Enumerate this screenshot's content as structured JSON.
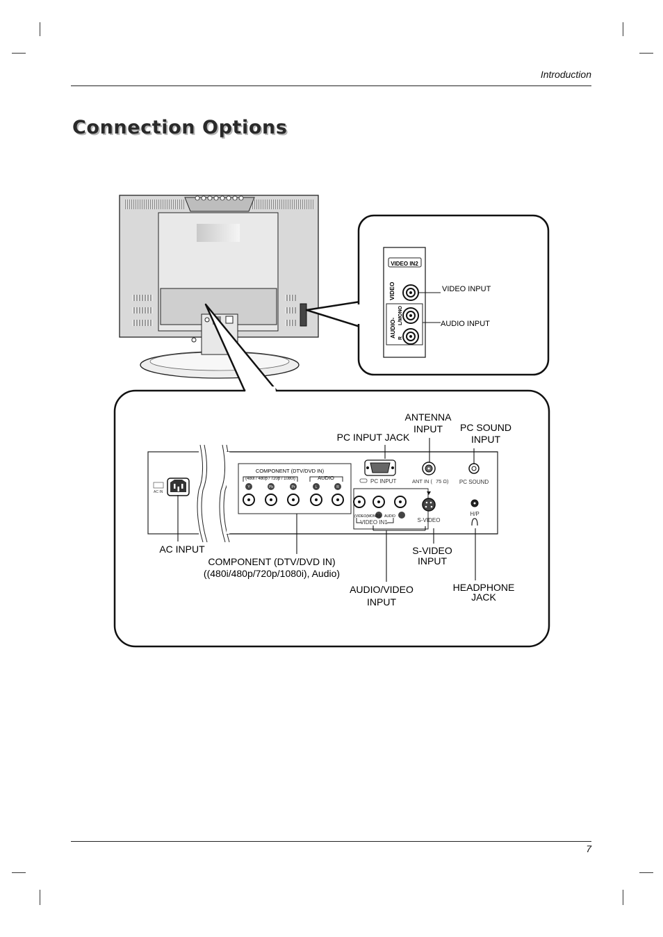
{
  "header": {
    "section": "Introduction"
  },
  "title": "Connection Options",
  "side_panel": {
    "heading": "VIDEO IN2",
    "video_label": "VIDEO",
    "audio_label": "AUDIO-",
    "l_mono": "L/MONO",
    "r": "R",
    "callouts": {
      "video_input": "VIDEO INPUT",
      "audio_input": "AUDIO INPUT"
    }
  },
  "rear_panel": {
    "ac_in": "AC IN",
    "component_group": "COMPONENT (DTV/DVD IN)",
    "component_formats": "(480i / 480p / 720p / 1080i)",
    "audio": "AUDIO",
    "jack_letters": {
      "y": "Y",
      "pb": "Pb",
      "pr": "Pr",
      "l": "L",
      "r": "R"
    },
    "pc_input": "PC INPUT",
    "ant_in": "ANT IN (",
    "ant_ohms": "75 Ω)",
    "pc_sound": "PC SOUND",
    "video_mono": "(VIDEO(MONO))",
    "audio_small": "AUDIO",
    "video_in1": "VIDEO IN1",
    "s_video": "S-VIDEO",
    "hp": "H/P"
  },
  "callouts": {
    "antenna_1": "ANTENNA",
    "antenna_2": "INPUT",
    "pc_input_jack": "PC INPUT JACK",
    "pc_sound_1": "PC SOUND",
    "pc_sound_2": "INPUT",
    "ac_input": "AC INPUT",
    "component_1": "COMPONENT (DTV/DVD IN)",
    "component_2": "((480i/480p/720p/1080i), Audio)",
    "audio_video_1": "AUDIO/VIDEO",
    "audio_video_2": "INPUT",
    "s_video_1": "S-VIDEO",
    "s_video_2": "INPUT",
    "headphone_1": "HEADPHONE",
    "headphone_2": "JACK"
  },
  "footer": {
    "page_number": "7"
  }
}
